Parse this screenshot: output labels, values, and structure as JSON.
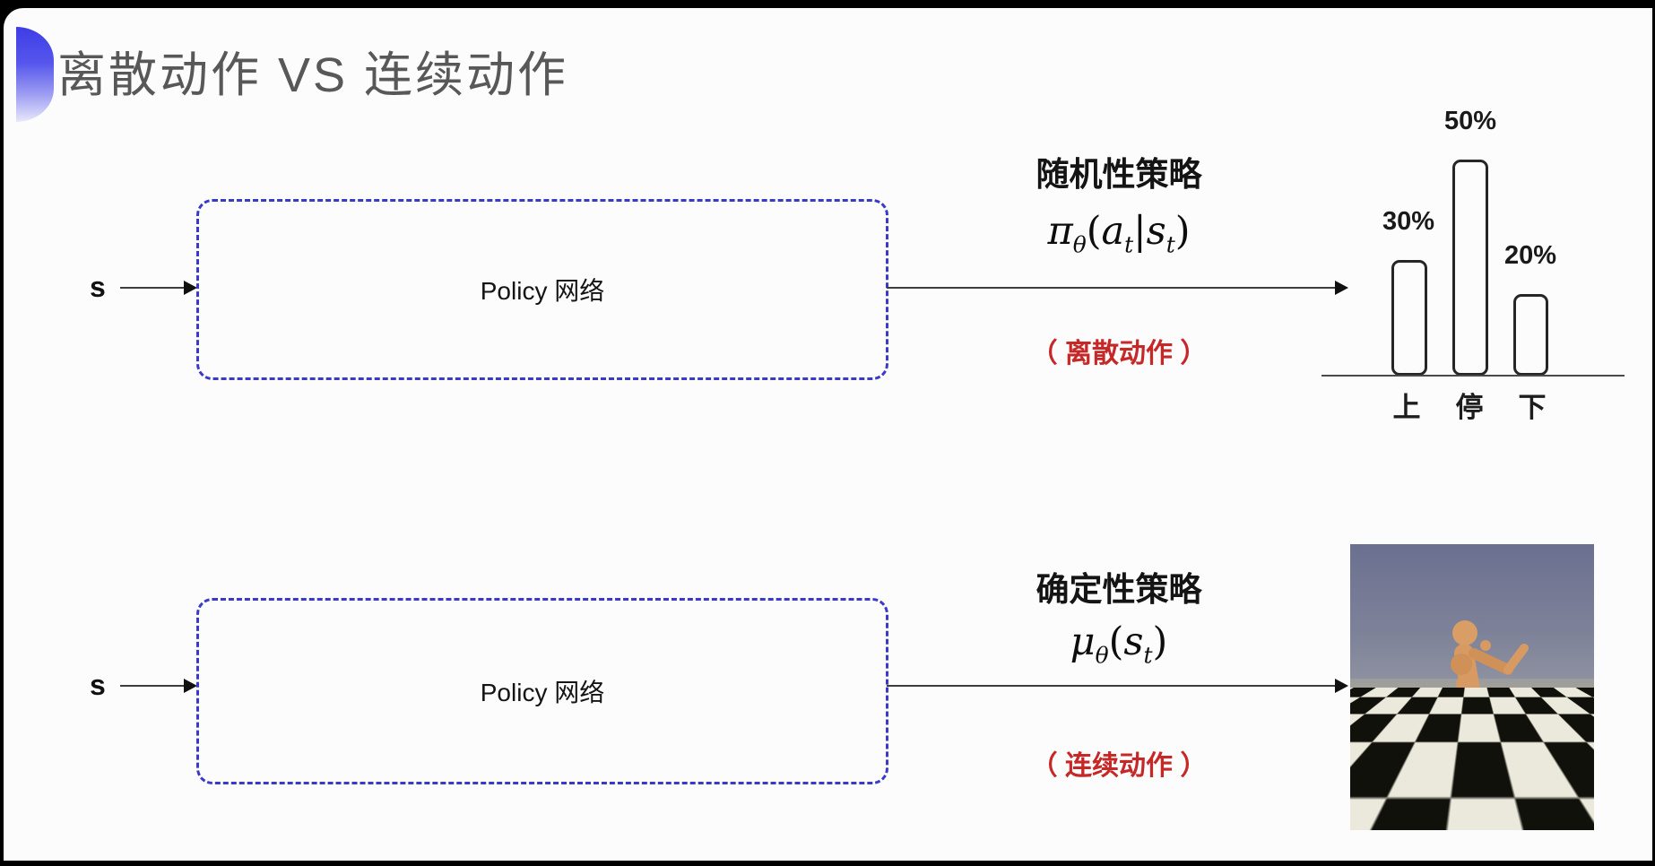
{
  "slide": {
    "title": "离散动作 VS 连续动作",
    "background": "#fcfcfc",
    "frame_color": "#000000",
    "accent_color": "#3d3de6",
    "title_color": "#585858",
    "box_border_color": "#3a3ac8",
    "note_color": "#c62828"
  },
  "rows": {
    "discrete": {
      "input_label": "s",
      "box_label": "Policy 网络",
      "policy_type": "随机性策略",
      "formula": {
        "fn": "π",
        "fn_sub": "θ",
        "lp": "(",
        "arg1": "a",
        "arg1_sub": "t",
        "pipe": "|",
        "arg2": "s",
        "arg2_sub": "t",
        "rp": ")"
      },
      "action_note": "（ 离散动作 ）"
    },
    "continuous": {
      "input_label": "s",
      "box_label": "Policy 网络",
      "policy_type": "确定性策略",
      "formula": {
        "fn": "μ",
        "fn_sub": "θ",
        "lp": "(",
        "arg": "s",
        "arg_sub": "t",
        "rp": ")"
      },
      "action_note": "（ 连续动作 ）"
    }
  },
  "chart_data": {
    "type": "bar",
    "title": "",
    "categories": [
      "上",
      "停",
      "下"
    ],
    "values": [
      30,
      50,
      20
    ],
    "value_labels": [
      "30%",
      "50%",
      "20%"
    ],
    "xlabel": "",
    "ylabel": "",
    "ylim": [
      0,
      55
    ],
    "grid": false,
    "legend": false,
    "bar_outline_color": "#262626",
    "bar_fill_color": "#fcfcfc"
  },
  "robot_scene": {
    "sky_color": "#6b7090",
    "floor_colors": [
      "#11110b",
      "#ebe9dc"
    ],
    "body_color": "#d79a62"
  }
}
